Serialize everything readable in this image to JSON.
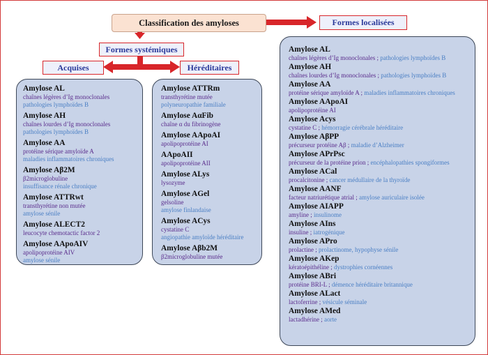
{
  "title": "Classification des amyloses",
  "formes_systemiques": "Formes systémiques",
  "formes_localisees": "Formes localisées",
  "acquises": {
    "label": "Acquises",
    "items": [
      {
        "name": "Amylose AL",
        "lines": [
          [
            "chaînes légères d’Ig monoclonales"
          ],
          [
            "pathologies lymphoïdes B"
          ]
        ]
      },
      {
        "name": "Amylose AH",
        "lines": [
          [
            "chaînes lourdes d’Ig monoclonales"
          ],
          [
            "pathologies lymphoïdes B"
          ]
        ]
      },
      {
        "name": "Amylose AA",
        "lines": [
          [
            "protéine sérique amyloïde A"
          ],
          [
            "maladies inflammatoires chroniques"
          ]
        ]
      },
      {
        "name": "Amylose Aβ2M",
        "lines": [
          [
            "β2microglobuline"
          ],
          [
            "insuffisance rénale chronique"
          ]
        ]
      },
      {
        "name": "Amylose ATTRwt",
        "lines": [
          [
            "transthyrétine non mutée"
          ],
          [
            "amylose sénile"
          ]
        ]
      },
      {
        "name": "Amylose ALECT2",
        "lines": [
          [
            "leucocyte chemotactic factor 2"
          ]
        ]
      },
      {
        "name": "Amylose AApoAIV",
        "lines": [
          [
            "apolipoprotéine AIV"
          ],
          [
            "amylose sénile"
          ]
        ]
      }
    ]
  },
  "hereditaires": {
    "label": "Héréditaires",
    "items": [
      {
        "name": "Amylose ATTRm",
        "lines": [
          [
            "transthyrétine mutée"
          ],
          [
            "polyneuropathie familiale"
          ]
        ]
      },
      {
        "name": "Amylose AαFib",
        "lines": [
          [
            "chaîne α du fibrinogène"
          ]
        ]
      },
      {
        "name": "Amylose AApoAI",
        "lines": [
          [
            "apolipoprotéine AI"
          ]
        ]
      },
      {
        "name": "AApoAII",
        "lines": [
          [
            "apolipoprotéine AII"
          ]
        ]
      },
      {
        "name": "Amylose ALys",
        "lines": [
          [
            "lysozyme"
          ]
        ]
      },
      {
        "name": "Amylose AGel",
        "lines": [
          [
            "gelsoline"
          ],
          [
            "amylose finlandaise"
          ]
        ]
      },
      {
        "name": "Amylose ACys",
        "lines": [
          [
            "cystatine C"
          ],
          [
            "angiopathie amyloïde héréditaire"
          ]
        ]
      },
      {
        "name": "Amylose Aβb2M",
        "lines": [
          [
            "β2microglobuline mutée"
          ]
        ]
      }
    ]
  },
  "localisees": {
    "items": [
      {
        "name": "Amylose AL",
        "lines": [
          [
            "chaînes légères d’Ig monoclonales ;",
            " pathologies lymphoïdes B"
          ]
        ]
      },
      {
        "name": "Amylose AH",
        "lines": [
          [
            "chaînes lourdes d’Ig monoclonales ;",
            " pathologies lymphoïdes B"
          ]
        ]
      },
      {
        "name": "Amylose AA",
        "lines": [
          [
            "protéine sérique amyloïde A ;",
            " maladies inflammatoires chroniques"
          ]
        ]
      },
      {
        "name": "Amylose AApoAI",
        "lines": [
          [
            "apolipoprotéine AI"
          ]
        ]
      },
      {
        "name": "Amylose Acys",
        "lines": [
          [
            "cystatine C ;",
            " hémorragie cérébrale héréditaire"
          ]
        ]
      },
      {
        "name": "Amylose AβPP",
        "lines": [
          [
            "précurseur protéine Aβ ;",
            " maladie d’Alzheimer"
          ]
        ]
      },
      {
        "name": "Amylose APrPsc",
        "lines": [
          [
            "précurseur de la protéine prion ;",
            " encéphalopathies spongiformes"
          ]
        ]
      },
      {
        "name": "Amylose ACal",
        "lines": [
          [
            "procalcitonine ;",
            " cancer médullaire de la thyroïde"
          ]
        ]
      },
      {
        "name": "Amylose AANF",
        "lines": [
          [
            "facteur natriurétique atrial ;",
            " amylose auriculaire isolée"
          ]
        ]
      },
      {
        "name": "Amylose AIAPP",
        "lines": [
          [
            "amyline ;",
            " insulinome"
          ]
        ]
      },
      {
        "name": "Amylose AIns",
        "lines": [
          [
            "insuline ;",
            " iatrogénique"
          ]
        ]
      },
      {
        "name": "Amylose APro",
        "lines": [
          [
            "prolactine ;",
            " prolactinome, hypophyse sénile"
          ]
        ]
      },
      {
        "name": "Amylose AKep",
        "lines": [
          [
            "kératoépithéline ;",
            " dystrophies cornéennes"
          ]
        ]
      },
      {
        "name": "Amylose ABri",
        "lines": [
          [
            "protéine BRI-L ;",
            " démence héréditaire britannique"
          ]
        ]
      },
      {
        "name": "Amylose ALact",
        "lines": [
          [
            "lactoferrine ;",
            " vésicule séminale"
          ]
        ]
      },
      {
        "name": "Amylose AMed",
        "lines": [
          [
            "lactadhérine ;",
            " aorte"
          ]
        ]
      }
    ]
  },
  "colors": {
    "arrow": "#d8262a",
    "border": "#d8262a",
    "panel": "#c8d3e8",
    "header_text": "#2b3a9a",
    "desc_primary": "#5a2c8c",
    "desc_secondary": "#4a7fc4"
  }
}
